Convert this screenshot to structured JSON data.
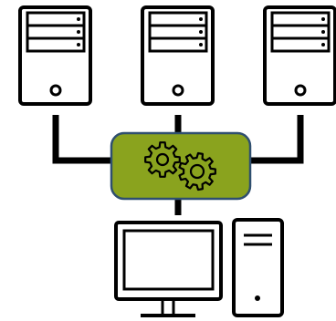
{
  "diagram": {
    "nodes": [
      {
        "id": "server-left",
        "kind": "server-tower-icon"
      },
      {
        "id": "server-middle",
        "kind": "server-tower-icon"
      },
      {
        "id": "server-right",
        "kind": "server-tower-icon"
      },
      {
        "id": "processing-hub",
        "kind": "gears-icon"
      },
      {
        "id": "workstation",
        "kind": "desktop-computer-icon"
      }
    ],
    "edges": [
      {
        "from": "server-left",
        "to": "processing-hub"
      },
      {
        "from": "server-middle",
        "to": "processing-hub"
      },
      {
        "from": "server-right",
        "to": "processing-hub"
      },
      {
        "from": "processing-hub",
        "to": "workstation"
      }
    ]
  },
  "colors": {
    "stroke": "#000000",
    "hub_fill": "#8aa31e",
    "hub_border": "#2f4f6f",
    "background": "#ffffff"
  }
}
